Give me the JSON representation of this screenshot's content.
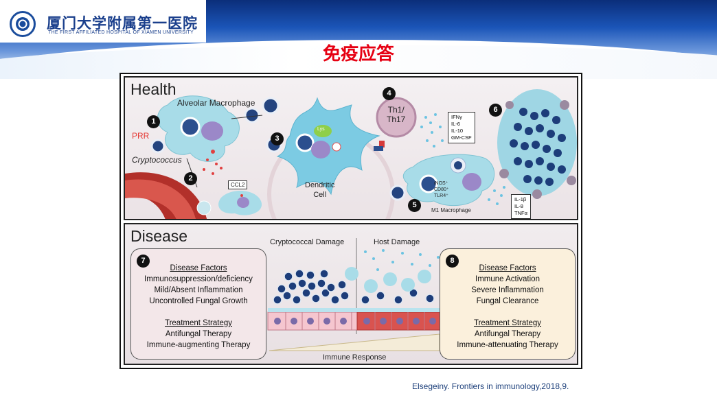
{
  "header": {
    "logo_cn": "厦门大学附属第一医院",
    "logo_en": "THE FIRST AFFILIATED HOSPITAL OF XIAMEN UNIVERSITY"
  },
  "slide_title": "免疫应答",
  "figure": {
    "health": {
      "label": "Health",
      "alveolar_macrophage": "Alveolar Macrophage",
      "prr": "PRR",
      "cryptococcus": "Cryptococcus",
      "ccl2": "CCL2",
      "dendritic_cell": "Dendritic\nCell",
      "lys": "Lys",
      "th": "Th1/\nTh17",
      "cytokines_1": [
        "IFNγ",
        "IL-6",
        "IL-10",
        "GM-CSF"
      ],
      "m1_markers": [
        "iNOS⁺",
        "CD80⁺",
        "TLR4⁺"
      ],
      "m1_macrophage": "M1 Macrophage",
      "cytokines_2": [
        "IL-1β",
        "IL-8",
        "TNFα"
      ],
      "steps": [
        "1",
        "2",
        "3",
        "4",
        "5",
        "6"
      ]
    },
    "disease": {
      "label": "Disease",
      "cryptococcal_damage": "Cryptococcal Damage",
      "host_damage": "Host Damage",
      "immune_response": "Immune Response",
      "left_card": {
        "step": "7",
        "factors_title": "Disease Factors",
        "factors": [
          "Immunosuppression/deficiency",
          "Mild/Absent Inflammation",
          "Uncontrolled Fungal Growth"
        ],
        "treatment_title": "Treatment Strategy",
        "treatments": [
          "Antifungal Therapy",
          "Immune-augmenting Therapy"
        ]
      },
      "right_card": {
        "step": "8",
        "factors_title": "Disease Factors",
        "factors": [
          "Immune Activation",
          "Severe Inflammation",
          "Fungal Clearance"
        ],
        "treatment_title": "Treatment Strategy",
        "treatments": [
          "Antifungal Therapy",
          "Immune-attenuating Therapy"
        ]
      }
    }
  },
  "citation": "Elsegeiny. Frontiers in immunology,2018,9.",
  "colors": {
    "title": "#e60012",
    "brand": "#1a3f8c",
    "cell": "#8fd0e0",
    "fungus": "#1d3d7a",
    "blood": "#c0392b"
  }
}
